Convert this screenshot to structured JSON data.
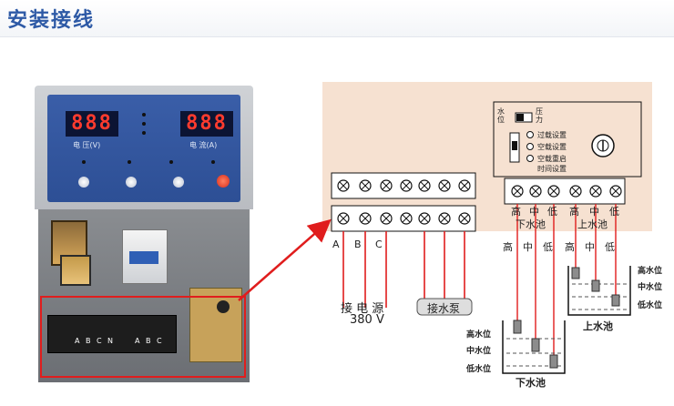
{
  "header": {
    "title": "安装接线"
  },
  "cabinet": {
    "voltage_label": "电 压(V)",
    "current_label": "电 流(A)",
    "voltage_display": "888",
    "current_display": "888",
    "terminal_labels": [
      "A",
      "B",
      "C",
      "N",
      "A",
      "B",
      "C"
    ]
  },
  "board": {
    "phase_labels": [
      "A",
      "B",
      "C"
    ],
    "power_label_line1": "接 电 源",
    "power_label_line2": "380 V",
    "pump_label": "接水泵",
    "switch_water": "水位",
    "switch_pressure": "压力",
    "settings": [
      "过载设置",
      "空载设置",
      "空载重启",
      "时间设置"
    ],
    "terminal_high": "高",
    "terminal_mid": "中",
    "terminal_low": "低",
    "lower_pool": "下水池",
    "upper_pool": "上水池"
  },
  "lower_tank": {
    "high": "高水位",
    "mid": "中水位",
    "low": "低水位",
    "name": "下水池"
  },
  "upper_tank": {
    "high": "高水位",
    "mid": "中水位",
    "low": "低水位",
    "name": "上水池"
  },
  "colors": {
    "title": "#2e5aa6",
    "board": "#f6e1d1",
    "wire": "#e01d1d",
    "arrow": "#e01d1d"
  }
}
